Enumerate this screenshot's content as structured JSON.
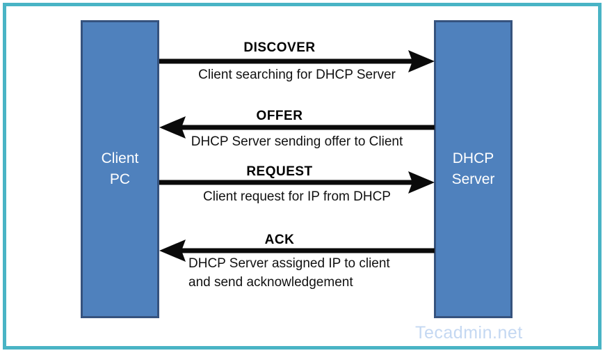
{
  "diagram": {
    "nodes": {
      "client": {
        "label": "Client\nPC"
      },
      "server": {
        "label": "DHCP\nServer"
      }
    },
    "messages": [
      {
        "label": "DISCOVER",
        "caption": "Client searching for DHCP Server",
        "direction": "right"
      },
      {
        "label": "OFFER",
        "caption": "DHCP Server sending offer to Client",
        "direction": "left"
      },
      {
        "label": "REQUEST",
        "caption": "Client request for IP from DHCP",
        "direction": "right"
      },
      {
        "label": "ACK",
        "caption": "DHCP Server assigned IP to client\nand send acknowledgement",
        "direction": "left"
      }
    ],
    "watermark": "Tecadmin.net",
    "colors": {
      "node_fill": "#4f81bd",
      "node_border": "#36537e",
      "frame": "#49b4c5",
      "arrow": "#0a0a0a",
      "text": "#111111",
      "watermark": "#c4d8f2"
    }
  }
}
